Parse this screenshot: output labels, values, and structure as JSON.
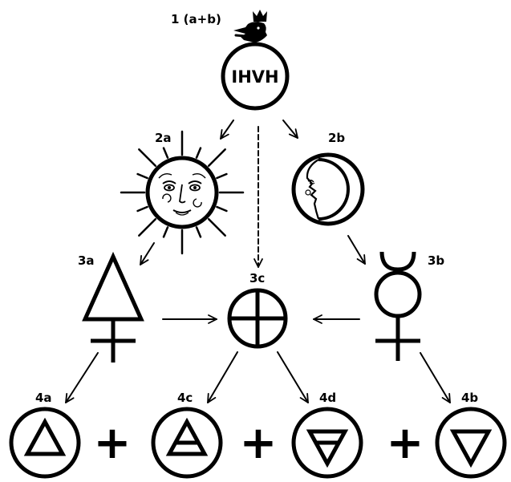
{
  "nodes": {
    "n1": {
      "label": "1 (a+b)",
      "text": "IHVH",
      "icon": "crowned-raven-icon"
    },
    "n2a": {
      "label": "2a",
      "icon": "sun-face-icon"
    },
    "n2b": {
      "label": "2b",
      "icon": "crescent-moon-face-icon"
    },
    "n3a": {
      "label": "3a",
      "icon": "sulfur-symbol-icon"
    },
    "n3b": {
      "label": "3b",
      "icon": "mercury-symbol-icon"
    },
    "n3c": {
      "label": "3c",
      "icon": "salt-symbol-icon"
    },
    "n4a": {
      "label": "4a",
      "icon": "fire-triangle-icon"
    },
    "n4c": {
      "label": "4c",
      "icon": "air-triangle-icon"
    },
    "n4d": {
      "label": "4d",
      "icon": "earth-triangle-icon"
    },
    "n4b": {
      "label": "4b",
      "icon": "water-triangle-icon"
    }
  },
  "operators": [
    "+",
    "+",
    "+"
  ],
  "edges": [
    {
      "from": "n1",
      "to": "n2a",
      "style": "solid"
    },
    {
      "from": "n1",
      "to": "n2b",
      "style": "solid"
    },
    {
      "from": "n1",
      "to": "n3c",
      "style": "dashed"
    },
    {
      "from": "n2a",
      "to": "n3a",
      "style": "solid"
    },
    {
      "from": "n2b",
      "to": "n3b",
      "style": "solid"
    },
    {
      "from": "n3a",
      "to": "n3c",
      "style": "solid"
    },
    {
      "from": "n3b",
      "to": "n3c",
      "style": "solid"
    },
    {
      "from": "n3a",
      "to": "n4a",
      "style": "solid"
    },
    {
      "from": "n3c",
      "to": "n4c",
      "style": "solid"
    },
    {
      "from": "n3c",
      "to": "n4d",
      "style": "solid"
    },
    {
      "from": "n3b",
      "to": "n4b",
      "style": "solid"
    }
  ]
}
